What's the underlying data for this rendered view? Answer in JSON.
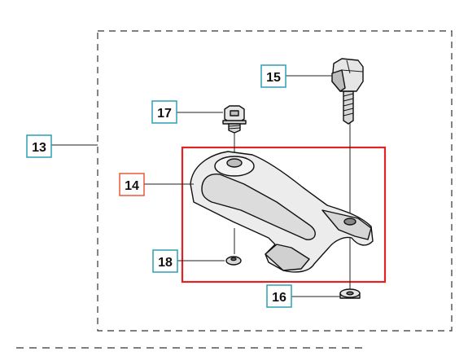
{
  "callouts": {
    "c13": "13",
    "c14": "14",
    "c15": "15",
    "c16": "16",
    "c17": "17",
    "c18": "18"
  },
  "colors": {
    "callout_border": "#2b9fb5",
    "callout_border_highlight": "#e8583c",
    "highlight_box": "#e02424",
    "part_fill_light": "#ececec",
    "part_fill_dark": "#bdbdbd"
  }
}
